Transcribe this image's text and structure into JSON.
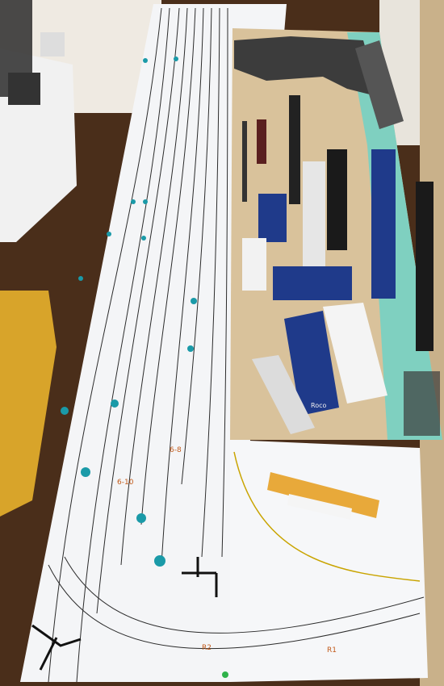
{
  "photo": {
    "subject": "",
    "colors": {
      "floor": "#4a2e1a",
      "paper": "#f4f5f7",
      "board": "#d9c29b",
      "foam": "#7fd0c0",
      "rock": "#3c3c3c",
      "track": "#2b2b2b",
      "marker": "#1a9aa8",
      "label": "#c25a1a",
      "curve": "#c9a400",
      "ruler": "#e8a93a",
      "box_blue": "#1f3a8a",
      "couch": "#d8a42a",
      "cloth": "#f1f1f1"
    },
    "board_labels": {
      "track_small": "6-10",
      "track_alt": "6-8",
      "track_curve": "R2",
      "track_curve_alt": "R1",
      "box_brand": "Roco"
    }
  }
}
